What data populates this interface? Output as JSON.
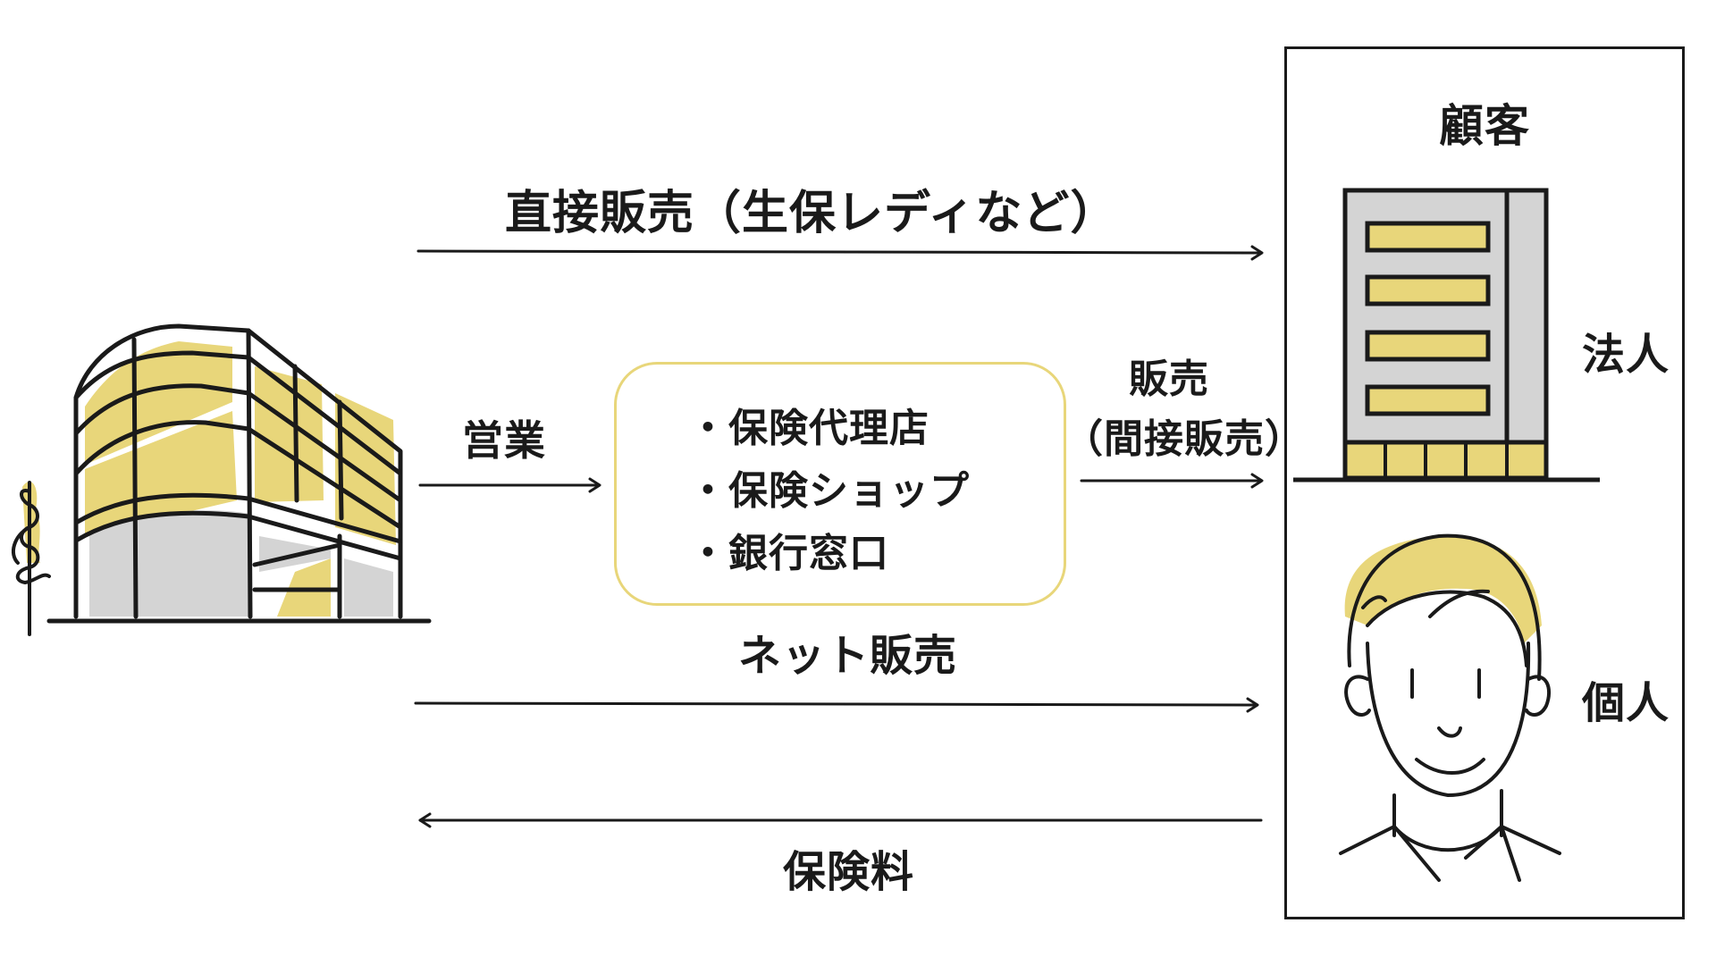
{
  "diagram": {
    "direct_sales_label": "直接販売（生保レディなど）",
    "sales_activity_label": "営業",
    "sales_label": "販売",
    "indirect_sales_label": "（間接販売）",
    "agents": [
      "保険代理店",
      "保険ショップ",
      "銀行窓口"
    ],
    "net_sales_label": "ネット販売",
    "premium_label": "保険料",
    "customer_label": "顧客",
    "corporate_label": "法人",
    "individual_label": "個人"
  },
  "colors": {
    "accent_yellow": "#e8d67a",
    "gray": "#d4d4d4",
    "line": "#1a1a1a"
  },
  "icons": [
    "insurance-company-building-icon",
    "tree-icon",
    "corporate-building-icon",
    "person-icon"
  ]
}
